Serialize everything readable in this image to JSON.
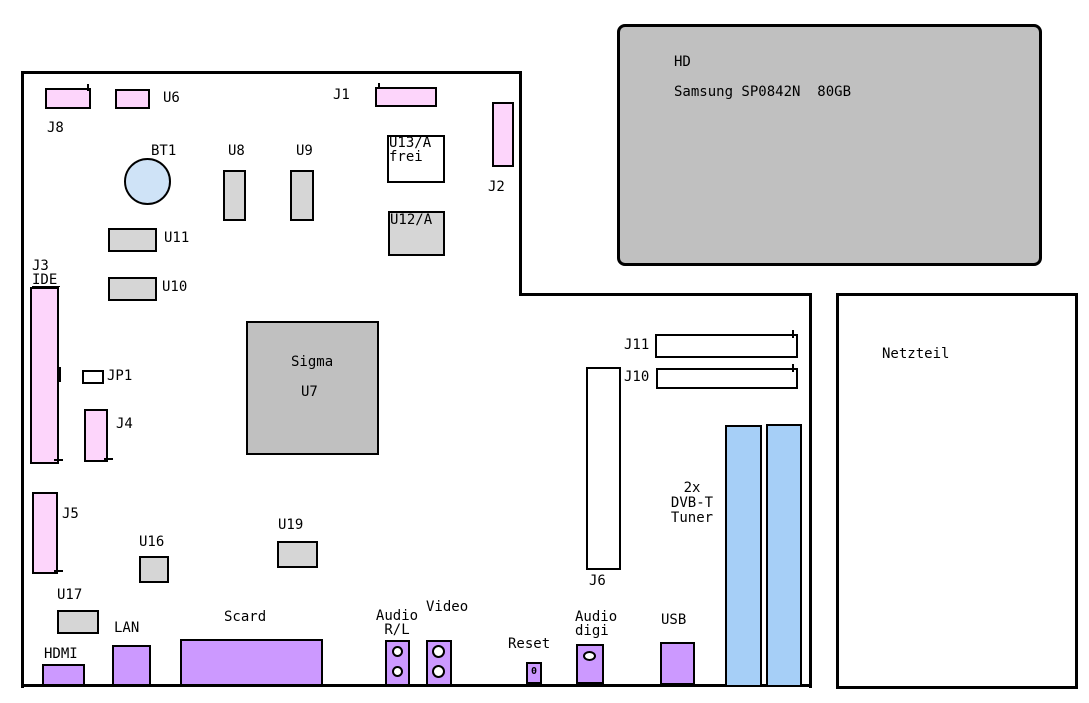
{
  "hd": {
    "title": "HD",
    "model": "Samsung SP0842N  80GB"
  },
  "psu": {
    "label": "Netzteil"
  },
  "components": {
    "j8": "J8",
    "u6": "U6",
    "j1": "J1",
    "j2": "J2",
    "bt1": "BT1",
    "u8": "U8",
    "u9": "U9",
    "u13": "U13/A\nfrei",
    "u12": "U12/A",
    "u11": "U11",
    "u10": "U10",
    "j3": "J3\nIDE",
    "jp1": "JP1",
    "j4": "J4",
    "j5": "J5",
    "sigma_name": "Sigma",
    "sigma_ref": "U7",
    "j11": "J11",
    "j10": "J10",
    "j6": "J6",
    "tuner": "2x\nDVB-T\nTuner",
    "u16": "U16",
    "u19": "U19",
    "u17": "U17"
  },
  "connectors": {
    "hdmi": "HDMI",
    "lan": "LAN",
    "scard": "Scard",
    "audio_rl": "Audio\nR/L",
    "video": "Video",
    "reset": "Reset",
    "reset_mark": "0",
    "audio_digi": "Audio\ndigi",
    "usb": "USB"
  },
  "colors": {
    "connector_header": "#fdd5fb",
    "ic": "#d6d6d6",
    "chip": "#c0c0c0",
    "port": "#cc99ff",
    "tuner": "#a6cff7"
  }
}
